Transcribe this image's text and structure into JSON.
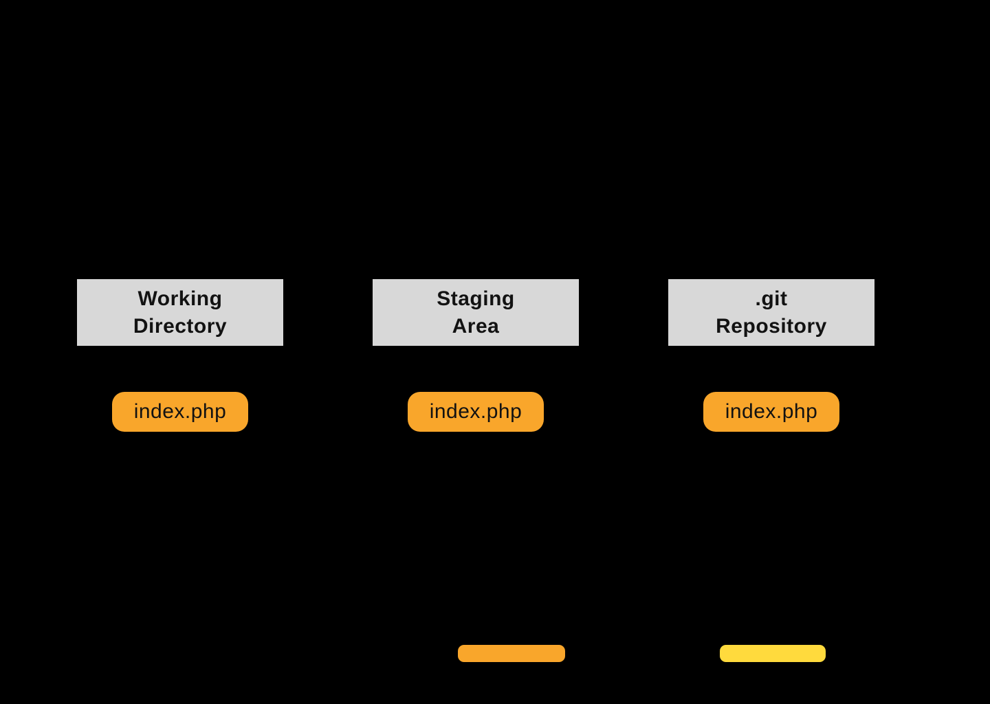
{
  "colors": {
    "background": "#000000",
    "header_bg": "#D8D8D8",
    "text": "#121212",
    "orange": "#F9A62B",
    "yellow": "#FFDA3D"
  },
  "columns": [
    {
      "header_line1": "Working",
      "header_line2": "Directory",
      "file_label": "index.php"
    },
    {
      "header_line1": "Staging",
      "header_line2": "Area",
      "file_label": "index.php"
    },
    {
      "header_line1": ".git",
      "header_line2": "Repository",
      "file_label": "index.php"
    }
  ],
  "bars": [
    {
      "name": "orange-bar",
      "color": "#F9A62B"
    },
    {
      "name": "yellow-bar",
      "color": "#FFDA3D"
    }
  ]
}
